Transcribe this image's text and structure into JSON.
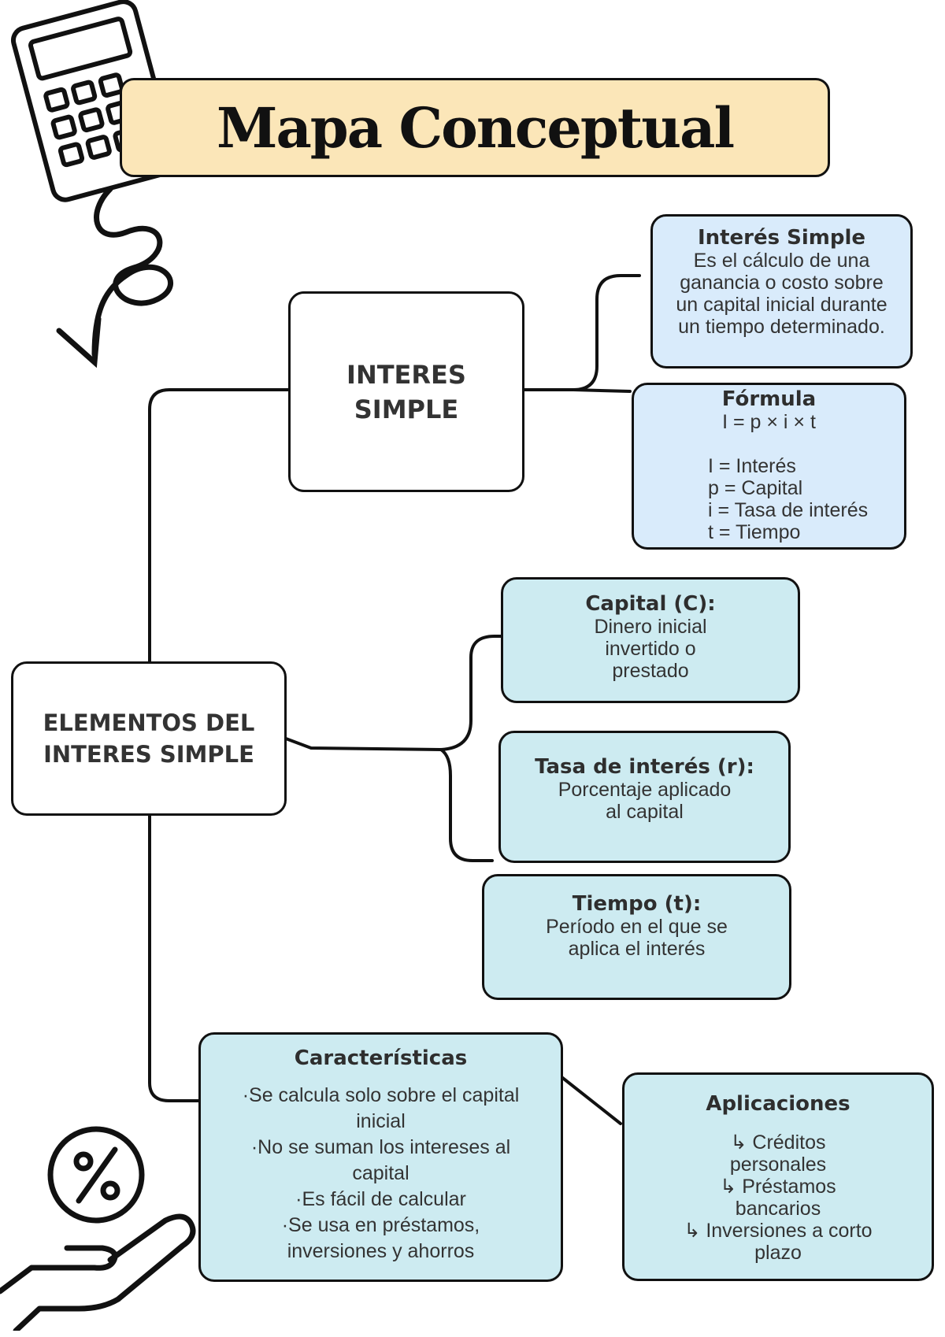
{
  "title": "Mapa Conceptual",
  "nodes": {
    "interes_simple": "INTERES SIMPLE",
    "elementos": "ELEMENTOS DEL INTERES SIMPLE"
  },
  "definition": {
    "heading": "Interés Simple",
    "text": "Es el cálculo de una ganancia o costo sobre un capital inicial durante un tiempo determinado."
  },
  "formula": {
    "heading": "Fórmula",
    "expression": "I = p × i × t",
    "legend": [
      "I = Interés",
      "p = Capital",
      "i = Tasa de interés",
      "t = Tiempo"
    ]
  },
  "elements": [
    {
      "heading": "Capital (C):",
      "text": "Dinero inicial\ninvertido o\nprestado"
    },
    {
      "heading": "Tasa de interés (r):",
      "text": "Porcentaje aplicado\nal capital"
    },
    {
      "heading": "Tiempo (t):",
      "text": "Período en el que se\naplica el interés"
    }
  ],
  "characteristics": {
    "heading": "Características",
    "items": [
      "·Se calcula solo sobre el capital\ninicial",
      "·No se suman los intereses al\ncapital",
      "·Es fácil de calcular",
      "·Se usa en préstamos,\ninversiones y ahorros"
    ]
  },
  "applications": {
    "heading": "Aplicaciones",
    "items": [
      "↳ Créditos\npersonales",
      "↳ Préstamos\nbancarios",
      "↳ Inversiones a corto\nplazo"
    ]
  },
  "icons": [
    "calculator-icon",
    "curly-arrow-icon",
    "percent-hand-icon"
  ]
}
